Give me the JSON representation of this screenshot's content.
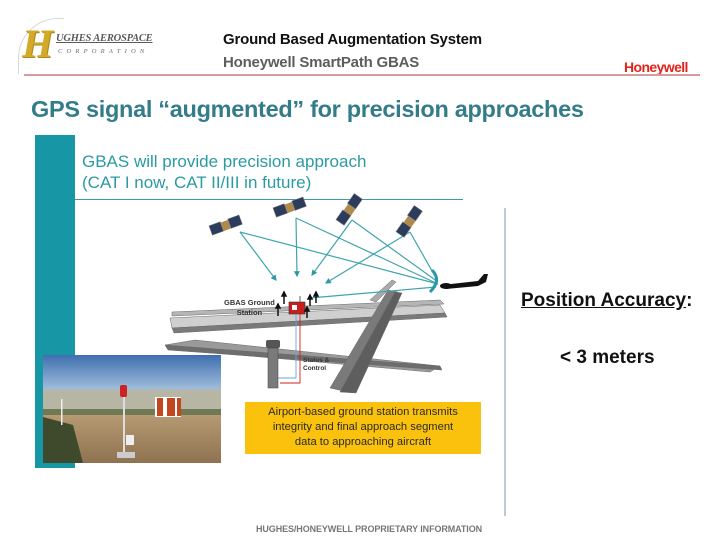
{
  "header": {
    "logo": {
      "initial": "H",
      "name": "UGHES AEROSPACE",
      "subtitle": "CORPORATION"
    },
    "title": "Ground Based Augmentation System",
    "subtitle": "Honeywell SmartPath GBAS",
    "brand": "Honeywell",
    "brand_color": "#e1251b",
    "rule_color": "#d89a9a"
  },
  "slide": {
    "title": "GPS  signal “augmented” for precision approaches",
    "title_color": "#337c8a"
  },
  "figure": {
    "heading_line1": "GBAS will provide precision approach",
    "heading_line2": "(CAT I now, CAT II/III in future)",
    "accent_color": "#1797a6",
    "diagram": {
      "satellites_count": 4,
      "ground_station_label_line1": "GBAS Ground",
      "ground_station_label_line2": "Station",
      "status_label_line1": "Status &",
      "status_label_line2": "Control"
    },
    "caption_line1": "Airport-based ground station transmits",
    "caption_line2": "integrity and final approach segment",
    "caption_line3": "data to approaching aircraft",
    "caption_bg": "#fbc20d"
  },
  "accuracy": {
    "label": "Position Accuracy",
    "colon": ":",
    "value": "< 3 meters"
  },
  "footer": {
    "text": "HUGHES/HONEYWELL PROPRIETARY INFORMATION"
  }
}
